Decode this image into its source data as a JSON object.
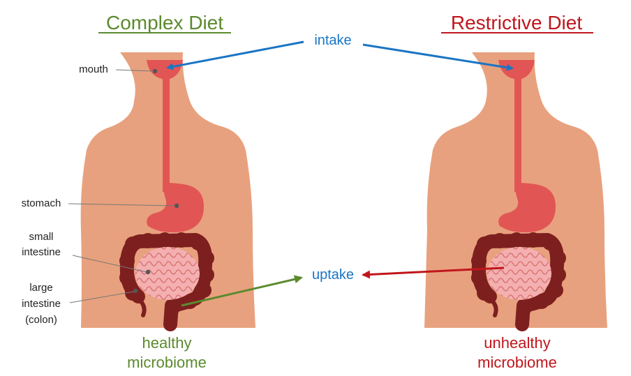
{
  "titles": {
    "left": "Complex Diet",
    "right": "Restrictive Diet"
  },
  "flow_labels": {
    "intake": "intake",
    "uptake": "uptake"
  },
  "organ_labels": {
    "mouth": "mouth",
    "stomach": "stomach",
    "small_intestine": [
      "small",
      "intestine"
    ],
    "large_intestine": [
      "large",
      "intestine",
      "(colon)"
    ]
  },
  "captions": {
    "left": [
      "healthy",
      "microbiome"
    ],
    "right": [
      "unhealthy",
      "microbiome"
    ]
  },
  "colors": {
    "complex_green": "#5b8a2e",
    "restrictive_red": "#c0161c",
    "flow_blue": "#1a75c4",
    "skin": "#e8a17e",
    "digestive_red": "#e25555",
    "colon_dark": "#7e1f1f",
    "small_intestine_pink": "#f2a6a6"
  },
  "icons": {
    "intake_arrow": "arrow-icon",
    "uptake_arrow": "arrow-icon"
  }
}
